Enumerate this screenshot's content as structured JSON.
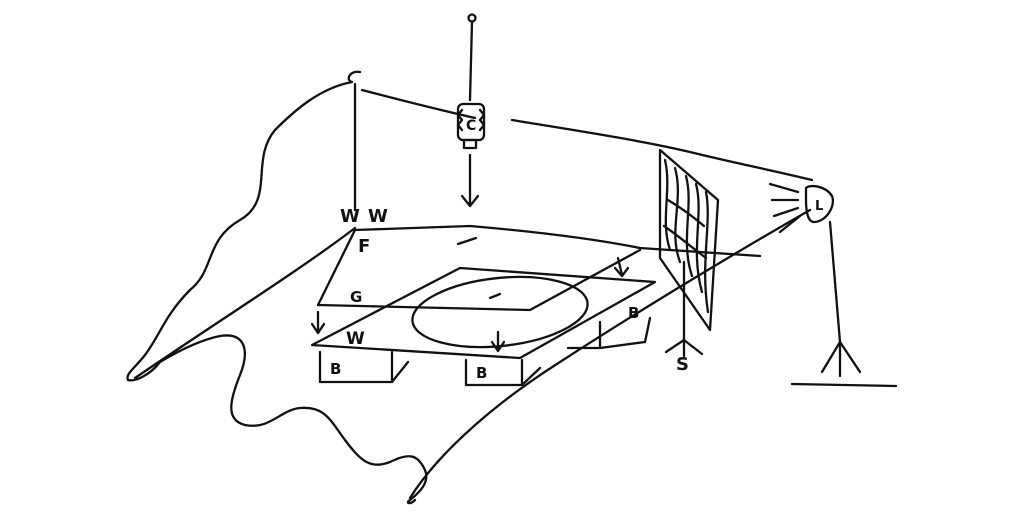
{
  "diagram": {
    "ink_color": "#111111",
    "background": "#ffffff",
    "labels": {
      "camera": "C",
      "light": "L",
      "stand": "S",
      "wall_left": "W",
      "wall_right": "W",
      "floor": "F",
      "glass": "G",
      "white_board": "W",
      "block_front_left": "B",
      "block_front_middle": "B",
      "block_back_right": "B"
    }
  }
}
